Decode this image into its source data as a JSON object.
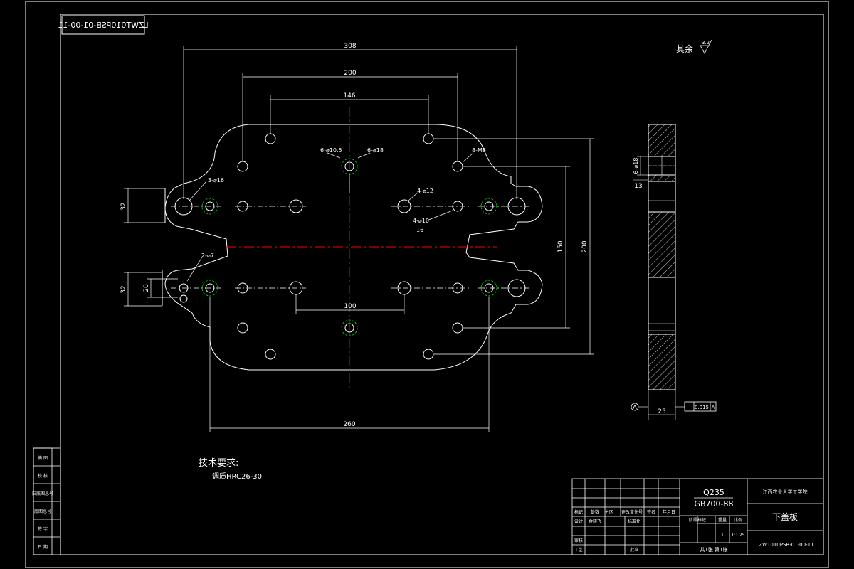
{
  "colors": {
    "background": "#000000",
    "line": "#ffffff",
    "centerline": "#ff0000",
    "thread": "#00c000",
    "hatch": "#ffffff"
  },
  "drawing_number_mirrored": "LZWT010PSB-01-00-11",
  "roughness": {
    "label": "其余",
    "value": "3.2"
  },
  "dims": {
    "d308": "308",
    "d200": "200",
    "d146": "146",
    "d260": "260",
    "d100": "100",
    "d150": "150",
    "d200v": "200",
    "d32a": "32",
    "d32b": "32",
    "d20": "20",
    "d13": "13",
    "d25": "25",
    "d18": "6-⌀18"
  },
  "callouts": {
    "c1": "6-⌀10.5",
    "c2": "6-⌀18",
    "c3": "8-M8",
    "c4": "3-⌀16",
    "c5": "4-⌀12",
    "c6": "4-⌀10",
    "c6b": "16",
    "c7": "2-⌀7"
  },
  "datum": {
    "letter": "A",
    "tolerance": "0.015",
    "ref": "A"
  },
  "tech": {
    "title": "技术要求:",
    "note": "调质HRC26-30"
  },
  "side_table": [
    "描 图",
    "校 核",
    "旧底图总号",
    "底图总号",
    "签 字",
    "日 期"
  ],
  "title_block": {
    "material": "Q235",
    "standard": "GB700-88",
    "school": "江西农业大学工学院",
    "part_name": "下盖板",
    "drawing_no": "LZWT010PSB-01-00-11",
    "rev_headers": [
      "标记",
      "处数",
      "分区",
      "更改文件号",
      "签名",
      "年月日"
    ],
    "row_design": [
      "设计",
      "金晓飞",
      "标准化"
    ],
    "row_review": "审核",
    "row_process": "工艺",
    "row_approve": "批准",
    "stage_label": "阶段标记",
    "weight_label": "重量",
    "scale_label": "比例",
    "qty": "1",
    "scale": "1:1.25",
    "sheets": "共1张  第1张"
  }
}
